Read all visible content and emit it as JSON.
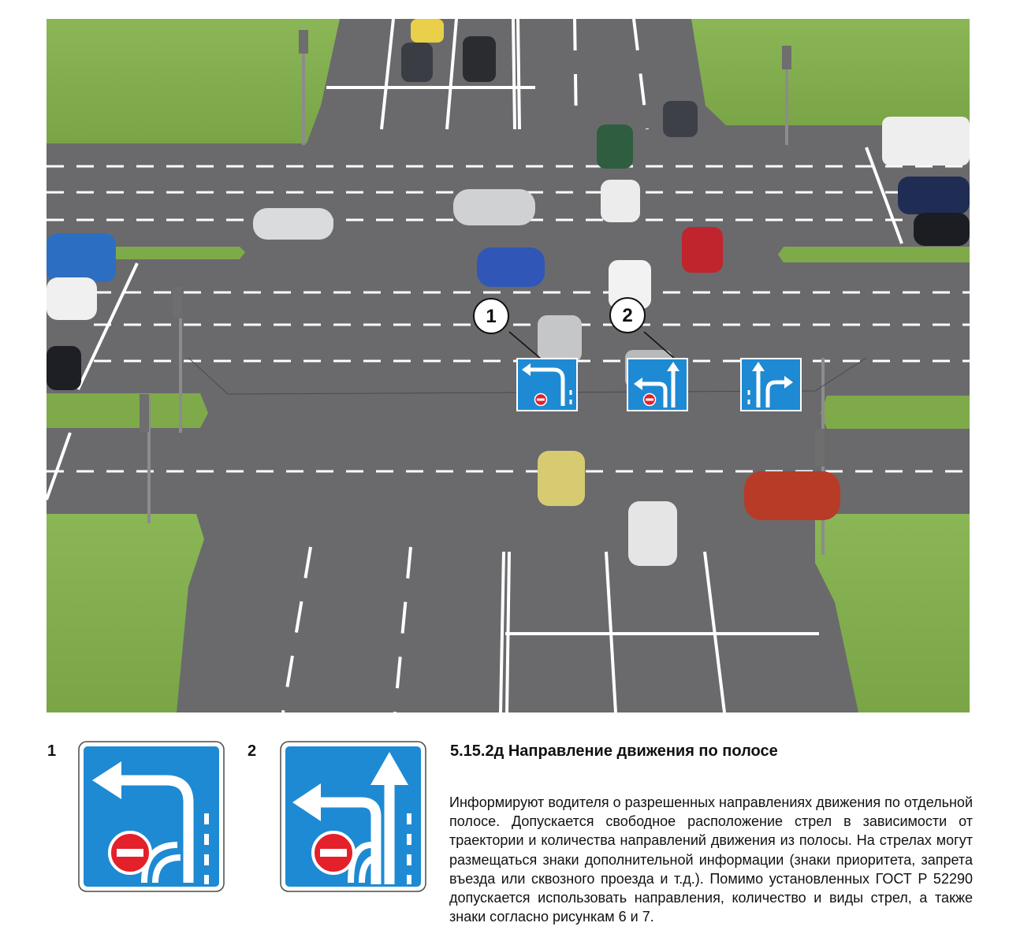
{
  "scene": {
    "callouts": [
      "1",
      "2"
    ],
    "signs_in_scene": [
      "sign-1-left-turn-no-entry",
      "sign-2-left-straight-no-entry",
      "sign-straight-right"
    ],
    "colors": {
      "grass": "#86b04e",
      "road": "#6b6b6e",
      "sign_blue": "#1e8ad3",
      "marking": "#ffffff"
    }
  },
  "legend": {
    "sign1_number": "1",
    "sign2_number": "2",
    "sign_blue": "#1e8ad3"
  },
  "text": {
    "title": "5.15.2д Направление движения по полосе",
    "description": "Информируют водителя о разрешенных направлениях движения по отдельной полосе. Допускается свободное расположение стрел в зависимости от траектории и количества направлений движения из полосы. На стрелах могут размещаться знаки дополнительной информации (знаки приоритета, запрета въезда или сквозного проезда и т.д.). Помимо установленных ГОСТ Р 52290 допускается использовать направления, количество и виды стрел, а также знаки согласно рисункам 6 и 7."
  }
}
